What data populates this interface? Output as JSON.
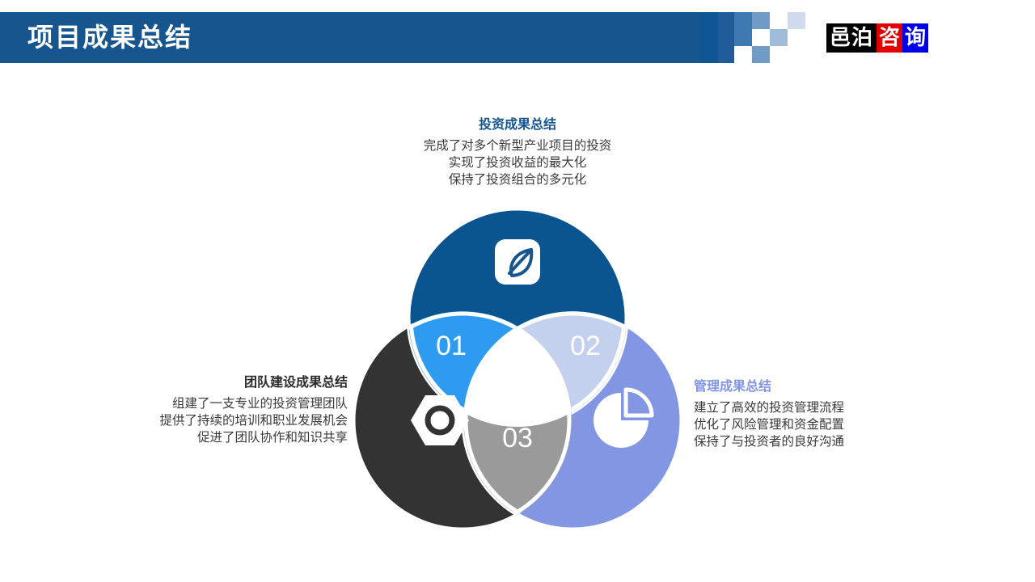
{
  "header": {
    "title": "项目成果总结",
    "band_color": "#17558F"
  },
  "logo": {
    "segment_black": "邑泊",
    "segment_red": "咨",
    "segment_blue": "询",
    "colors": {
      "black": "#000000",
      "red": "#E20000",
      "blue": "#0000E6"
    }
  },
  "checker": {
    "colors": [
      "#0F5593",
      "#1F5C99",
      "#3E7AB2",
      "#6F9BC6",
      "#9FBCD9",
      "#CEDCEB"
    ]
  },
  "venn": {
    "circles": [
      {
        "id": "top",
        "label": "投资成果总结",
        "color": "#0A5490"
      },
      {
        "id": "left",
        "label": "团队建设成果总结",
        "color": "#333333"
      },
      {
        "id": "right",
        "label": "管理成果总结",
        "color": "#8296E3"
      }
    ],
    "overlaps": [
      {
        "id": "01",
        "number": "01",
        "color": "#2D9CF0",
        "between": "top-left"
      },
      {
        "id": "02",
        "number": "02",
        "color": "#C3D0EE",
        "between": "top-right"
      },
      {
        "id": "03",
        "number": "03",
        "color": "#9A9A9A",
        "between": "left-right"
      }
    ],
    "center_color": "#FFFFFF",
    "icons": {
      "top": "leaf-icon",
      "left": "hex-nut-icon",
      "right": "pie-chart-icon"
    }
  },
  "blocks": {
    "top": {
      "heading": "投资成果总结",
      "lines": [
        "完成了对多个新型产业项目的投资",
        "实现了投资收益的最大化",
        "保持了投资组合的多元化"
      ]
    },
    "left": {
      "heading": "团队建设成果总结",
      "lines": [
        "组建了一支专业的投资管理团队",
        "提供了持续的培训和职业发展机会",
        "促进了团队协作和知识共享"
      ]
    },
    "right": {
      "heading": "管理成果总结",
      "lines": [
        "建立了高效的投资管理流程",
        "优化了风险管理和资金配置",
        "保持了与投资者的良好沟通"
      ]
    }
  }
}
